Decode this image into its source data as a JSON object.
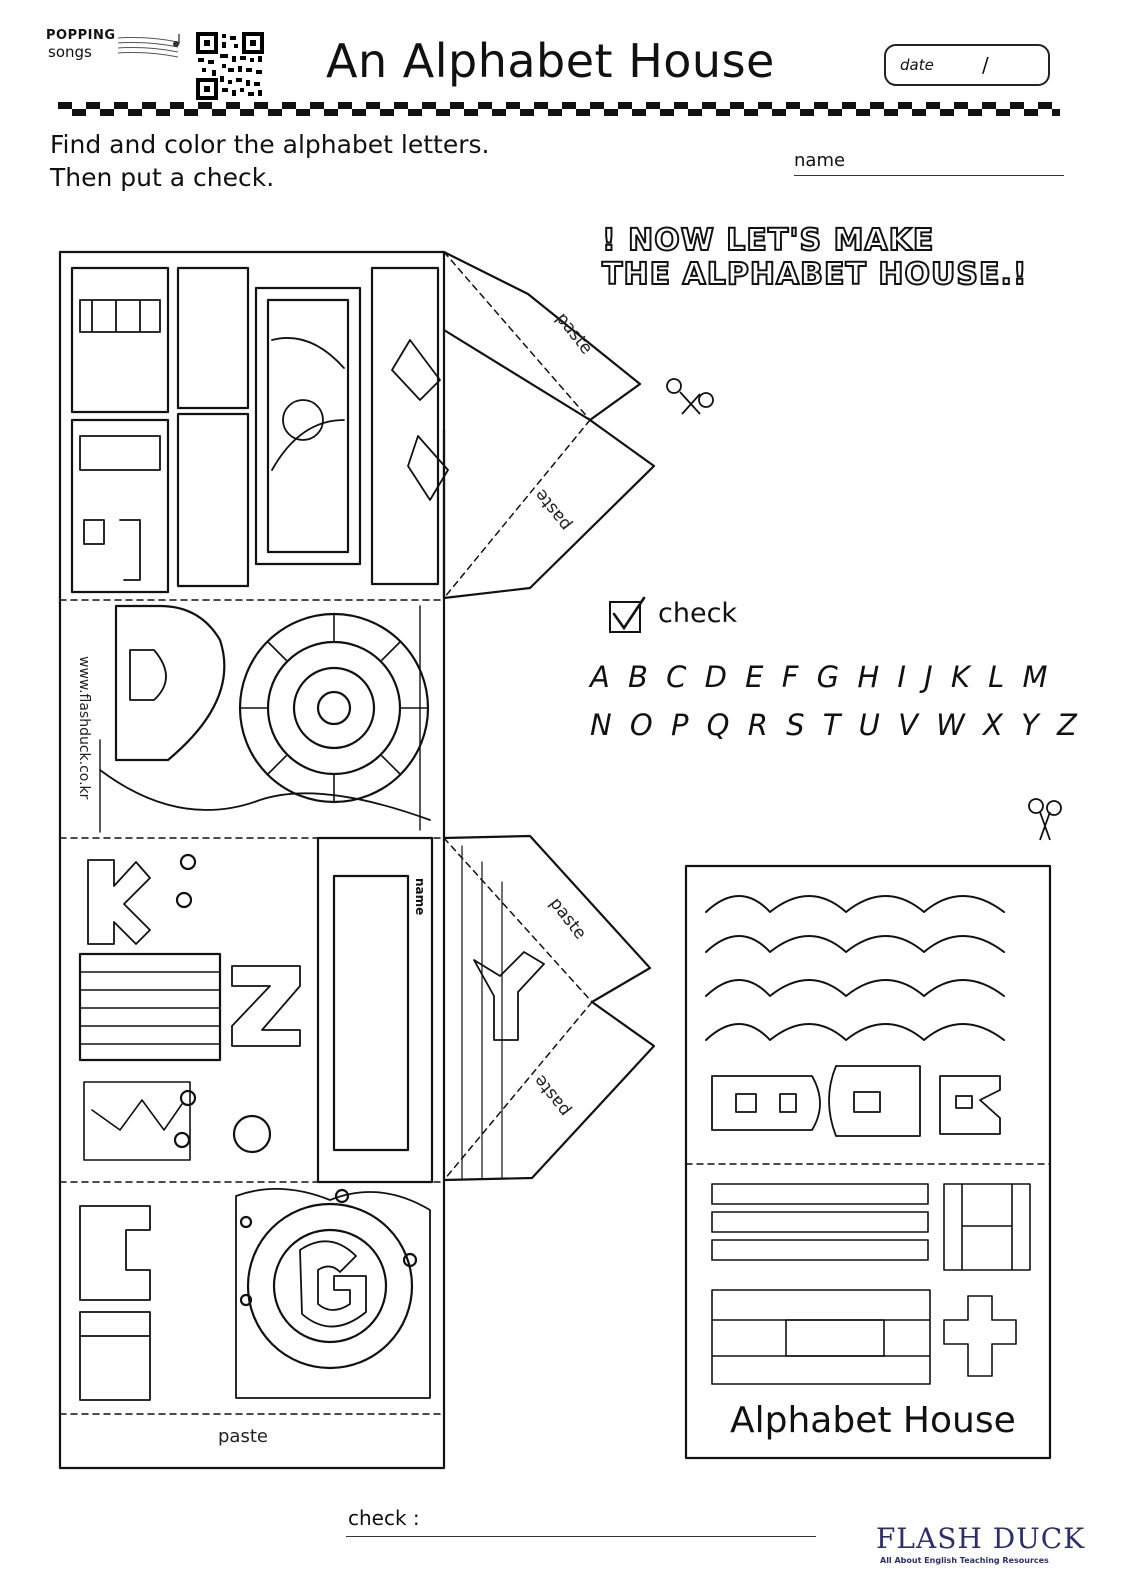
{
  "header": {
    "logo_line1": "POPPING",
    "logo_line2": "songs",
    "qr_icon": "qr-code-icon",
    "title": "An Alphabet House",
    "date_label": "date",
    "date_separator": "/"
  },
  "instructions": {
    "line1": "Find and color the alphabet letters.",
    "line2": "Then put a check."
  },
  "name_label": "name",
  "banner": {
    "line1": "! NOW LET'S MAKE",
    "line2": "THE ALPHABET HOUSE.!"
  },
  "house_cutout": {
    "paste_labels": [
      "paste",
      "paste",
      "paste",
      "paste",
      "paste"
    ],
    "website": "www.flashduck.co.kr",
    "door_label": "name",
    "scissors_icon": "scissors-icon"
  },
  "roof_panel": {
    "label": "Alphabet House"
  },
  "checklist": {
    "label": "check",
    "row1": "A B C D E F G H I J K L M",
    "row2": "N O P Q R S T U V W X Y Z"
  },
  "footer": {
    "check_label": "check :",
    "brand_name": "FLASH DUCK",
    "brand_tagline": "All About English Teaching Resources",
    "brand_color": "#2b2f6b"
  }
}
